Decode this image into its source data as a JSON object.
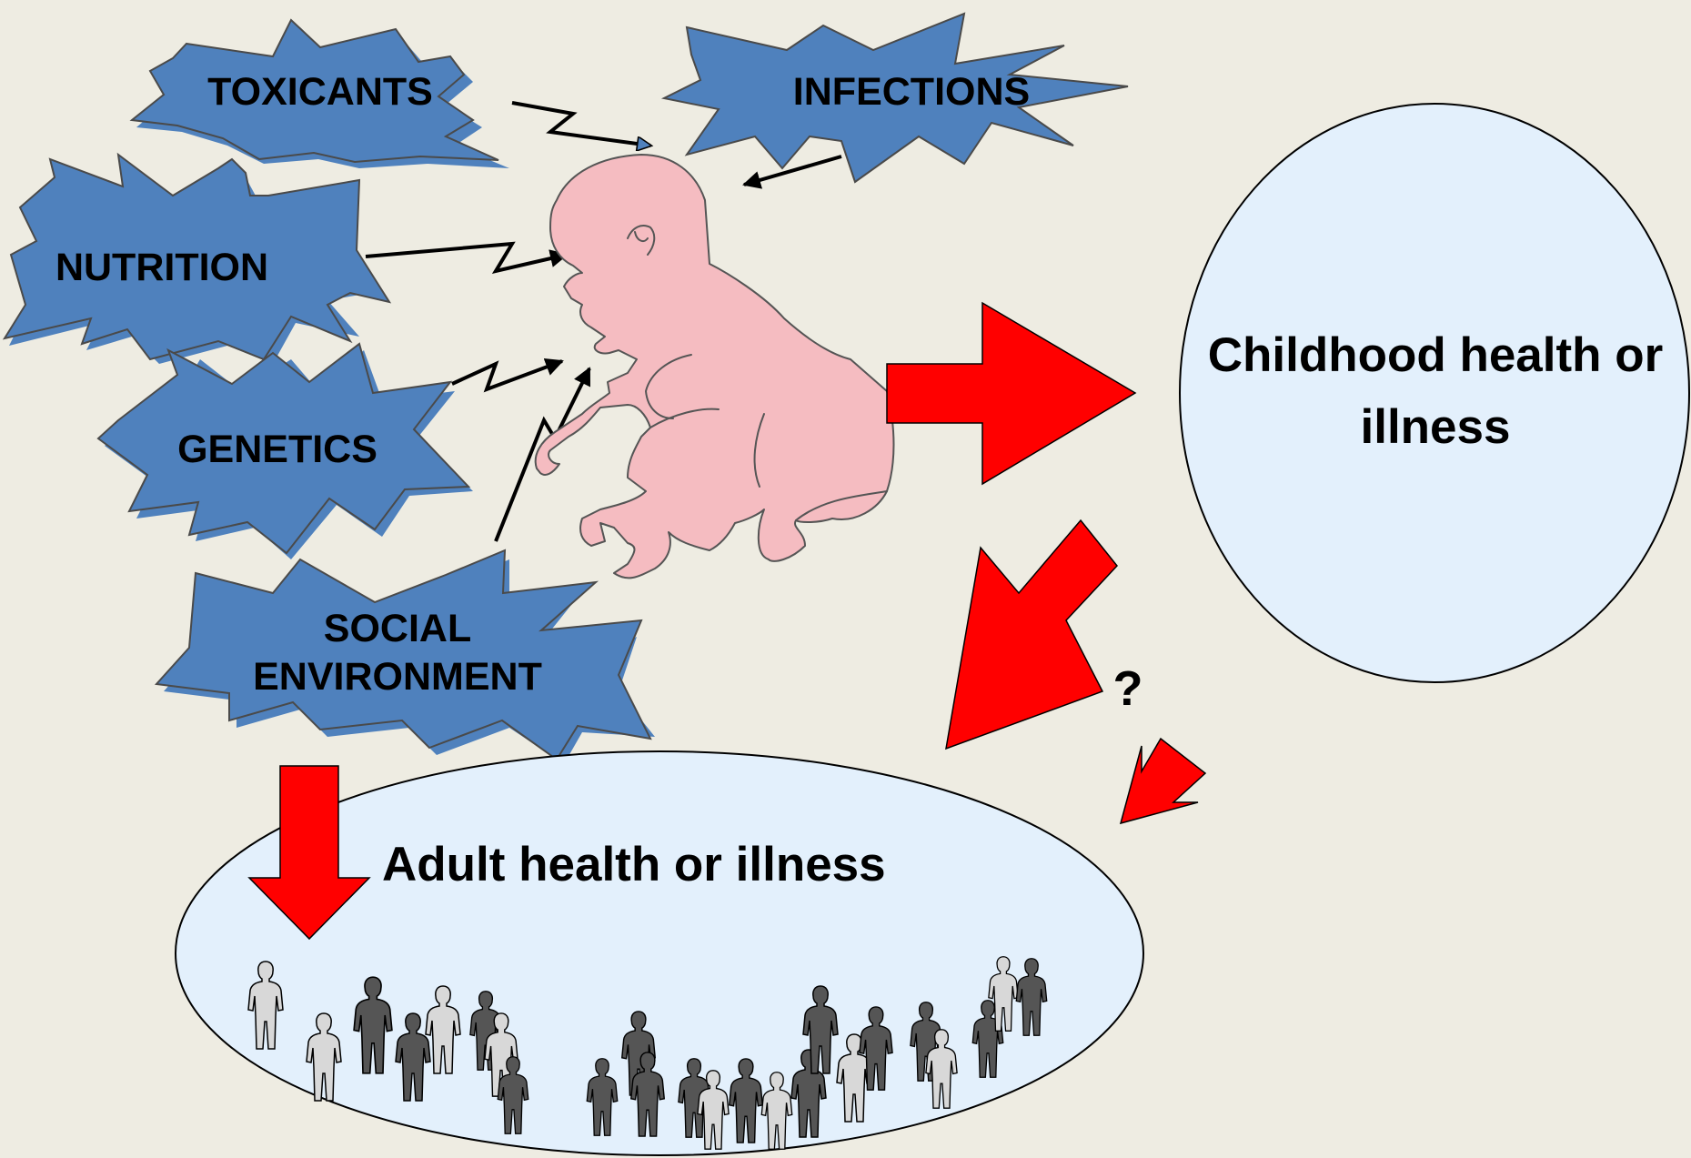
{
  "factors": {
    "toxicants": "TOXICANTS",
    "infections": "INFECTIONS",
    "nutrition": "NUTRITION",
    "genetics": "GENETICS",
    "social_line1": "SOCIAL",
    "social_line2": "ENVIRONMENT"
  },
  "outcomes": {
    "childhood_line1": "Childhood health or",
    "childhood_line2": "illness",
    "adult": "Adult health or illness",
    "uncertain_link": "?"
  },
  "colors": {
    "background": "#eeece2",
    "burst_fill": "#4f81bd",
    "oval_fill": "#e3f0fc",
    "arrow_red": "#ff0000",
    "baby_skin": "#f5bcc1",
    "person_dark": "#555555",
    "person_light": "#d8d8d8"
  },
  "icons": {
    "baby": "baby-figure",
    "people": "adult-population-icon"
  }
}
